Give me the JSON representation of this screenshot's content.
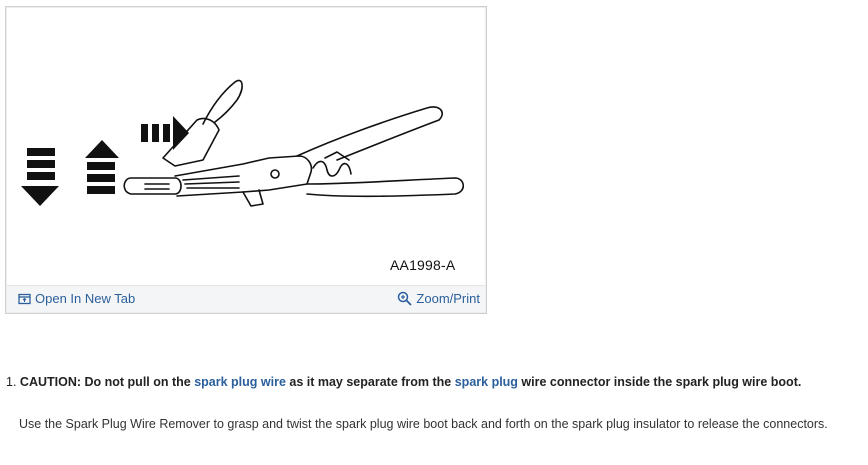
{
  "figure": {
    "code": "AA1998-A",
    "open_tab_label": "Open In New Tab",
    "zoom_label": "Zoom/Print",
    "open_tab_icon": "open-new-tab-icon",
    "zoom_icon": "magnifier-icon",
    "link_color": "#2b5f9c"
  },
  "step": {
    "number": "1.",
    "caution_label": "CAUTION:",
    "text_1": " Do not pull on the ",
    "link_1": "spark plug wire",
    "text_2": " as it may separate from the ",
    "link_2": "spark plug",
    "text_3": " wire connector inside the spark plug wire boot."
  },
  "paragraph": {
    "text": "Use the Spark Plug Wire Remover to grasp and twist the spark plug wire boot back and forth on the spark plug insulator to release the connectors."
  }
}
